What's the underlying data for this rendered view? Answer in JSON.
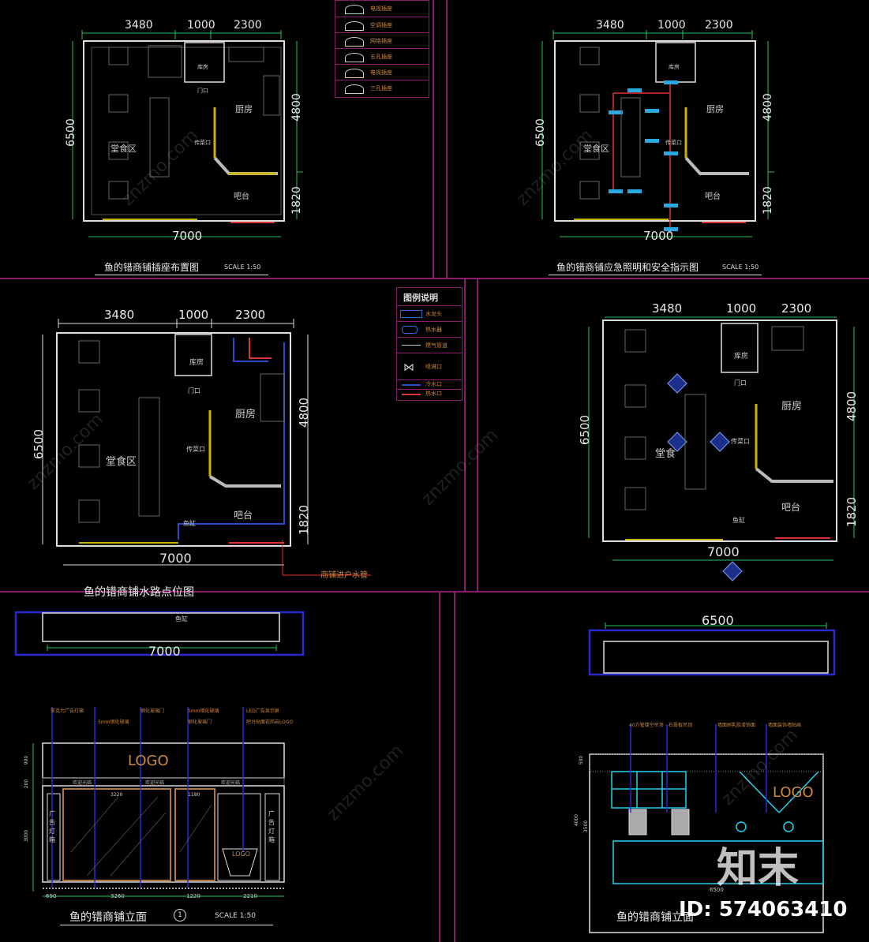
{
  "plans": {
    "p1": {
      "title": "鱼的错商铺插座布置图",
      "scale": "SCALE 1:50",
      "d_top": [
        "3480",
        "1000",
        "2300"
      ],
      "d_bottom": "7000",
      "d_left": "6500",
      "d_right": [
        "4800",
        "1820"
      ],
      "rooms": {
        "kitchen": "厨房",
        "dining": "堂食区",
        "store": "库房",
        "door": "门口",
        "pass": "传菜口",
        "bar": "吧台"
      }
    },
    "p2": {
      "title": "鱼的错商铺应急照明和安全指示图",
      "scale": "SCALE 1:50",
      "d_top": [
        "3480",
        "1000",
        "2300"
      ],
      "d_bottom": "7000",
      "d_left": "6500",
      "d_right": [
        "4800",
        "1820"
      ],
      "rooms": {
        "kitchen": "厨房",
        "dining": "堂食区",
        "store": "库房",
        "pass": "传菜口",
        "bar": "吧台"
      }
    },
    "p3": {
      "title": "鱼的错商铺水路点位图",
      "d_top": [
        "3480",
        "1000",
        "2300"
      ],
      "d_bottom": "7000",
      "d_left": "6500",
      "d_right": [
        "4800",
        "1820"
      ],
      "rooms": {
        "kitchen": "厨房",
        "dining": "堂食区",
        "store": "库房",
        "door": "门口",
        "pass": "传菜口",
        "bar": "吧台",
        "fish": "鱼缸"
      },
      "note": "商铺进户水管"
    },
    "p4": {
      "d_top": [
        "3480",
        "1000",
        "2300"
      ],
      "d_bottom": "7000",
      "d_left": "6500",
      "d_right": [
        "4800",
        "1820"
      ],
      "rooms": {
        "kitchen": "厨房",
        "dining": "堂食",
        "store": "库房",
        "door": "门口",
        "pass": "传菜口",
        "bar": "吧台",
        "fish": "鱼缸"
      }
    },
    "p5": {
      "d_bottom": "7000",
      "fish": "鱼缸"
    },
    "p6": {
      "d_top": "6500"
    }
  },
  "legend1": {
    "items": [
      "电视插座",
      "空调插座",
      "网络插座",
      "五孔插座",
      "电视插座",
      "三孔插座"
    ]
  },
  "legend2": {
    "title": "图例说明",
    "items": [
      "水龙头",
      "热水器",
      "燃气管道",
      "喷淋口",
      "冷水口",
      "热水口"
    ]
  },
  "elev1": {
    "title": "鱼的错商铺立面",
    "num": "1",
    "scale": "SCALE 1:50",
    "logo": "LOGO",
    "logo_small": "LOGO",
    "side_l": "广告灯箱",
    "side_r": "广告灯箱",
    "top_notes": [
      "亚克力广告灯箱",
      "5mm钢化玻璃",
      "钢化玻璃门",
      "5mm钢化玻璃",
      "钢化玻璃门",
      "LED广告显示屏",
      "吧台贴面花岗岩LOGO"
    ],
    "band": [
      "欢迎光临",
      "欢迎光临",
      "欢迎光临"
    ],
    "dims_bottom": [
      "690",
      "3260",
      "1220",
      "2210"
    ],
    "dims_left": [
      "900",
      "200",
      "3000"
    ],
    "dims_inner": [
      "3220",
      "1180"
    ]
  },
  "elev2": {
    "title": "鱼的错商铺立面",
    "logo": "LOGO",
    "d_bottom": "6500",
    "dims_left": [
      "500",
      "4000",
      "3500"
    ],
    "notes": [
      "40方管镂空吊顶",
      "石膏板吊顶",
      "墙面刷乳胶漆饰面",
      "墙面装饰墙贴画"
    ]
  },
  "watermark": "znzmo.com",
  "brand": {
    "name": "知末",
    "id": "ID: 574063410"
  }
}
